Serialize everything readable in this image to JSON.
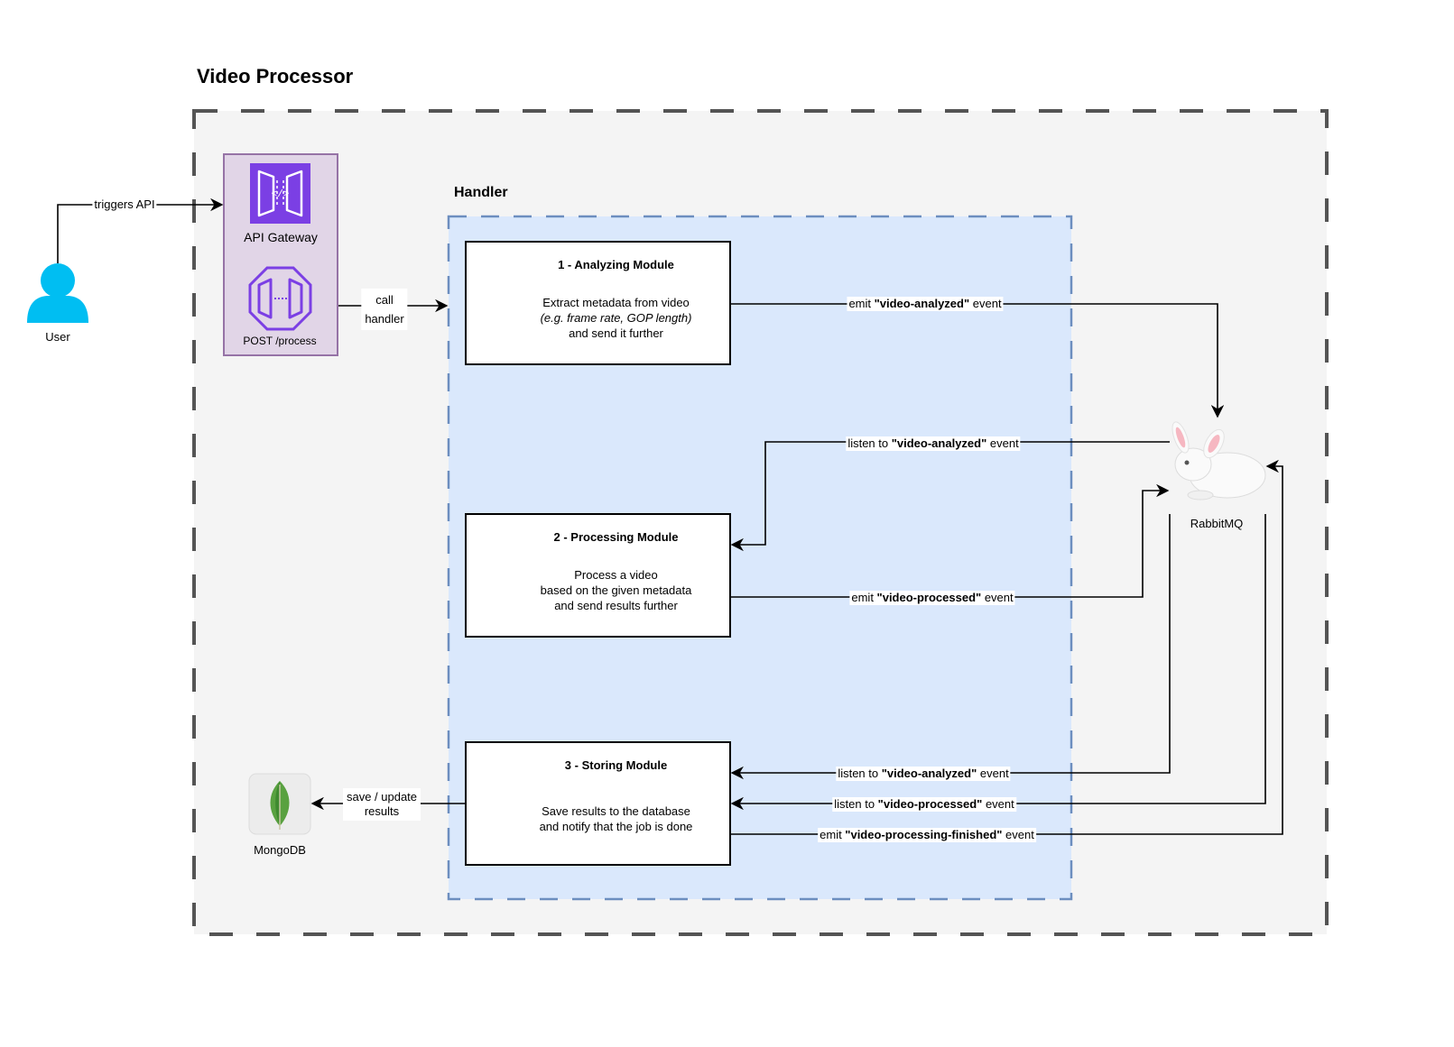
{
  "diagram": {
    "title": "Video Processor",
    "handler_title": "Handler",
    "user": {
      "label": "User"
    },
    "api_gateway": {
      "label": "API Gateway",
      "endpoint_label": "POST /process"
    },
    "mongodb": {
      "label": "MongoDB"
    },
    "rabbitmq": {
      "label": "RabbitMQ"
    },
    "modules": [
      {
        "title": "1 - Analyzing Module",
        "line1": "Extract metadata from video",
        "line2": "(e.g. frame rate, GOP length)",
        "line3": "and send it further",
        "icon": "magnifier-icon"
      },
      {
        "title": "2 - Processing Module",
        "line1": "Process a video",
        "line2": "based on the given metadata",
        "line3": "and send results further",
        "icon": "gear-icon"
      },
      {
        "title": "3 - Storing Module",
        "line1": "Save results to the database",
        "line2": "and notify that the job is done",
        "icon": "database-disk-icon"
      }
    ],
    "edges": {
      "triggers_api": "triggers API",
      "call_handler_1": "call",
      "call_handler_2": "handler",
      "save_update_1": "save / update",
      "save_update_2": "results",
      "emit_analyzed": {
        "pre": "emit ",
        "bold": "\"video-analyzed\"",
        "post": " event"
      },
      "listen_analyzed_processing": {
        "pre": "listen to ",
        "bold": "\"video-analyzed\"",
        "post": " event"
      },
      "emit_processed": {
        "pre": "emit ",
        "bold": "\"video-processed\"",
        "post": " event"
      },
      "listen_analyzed_storing": {
        "pre": "listen to ",
        "bold": "\"video-analyzed\"",
        "post": " event"
      },
      "listen_processed_storing": {
        "pre": "listen to ",
        "bold": "\"video-processed\"",
        "post": " event"
      },
      "emit_finished": {
        "pre": "emit ",
        "bold": "\"video-processing-finished\"",
        "post": " event"
      }
    },
    "colors": {
      "outer_fill": "#f4f4f4",
      "outer_stroke": "#545454",
      "handler_fill": "#dae8fc",
      "handler_stroke": "#6c8ebf",
      "gateway_fill": "#e1d5e7",
      "gateway_stroke": "#9673a6",
      "aws_purple": "#7b3fe4",
      "user_blue": "#00bef2",
      "icon_blue": "#2ac3ea"
    }
  }
}
